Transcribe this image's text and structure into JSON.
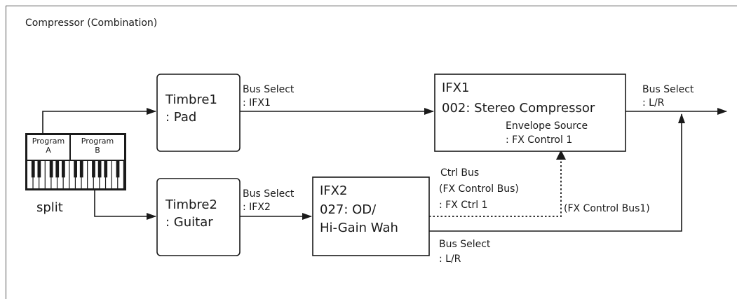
{
  "title": "Compressor (Combination)",
  "keyboard": {
    "program_a": [
      "Program",
      "A"
    ],
    "program_b": [
      "Program",
      "B"
    ],
    "split_label": "split"
  },
  "timbre1": {
    "line1": "Timbre1",
    "line2": ": Pad"
  },
  "timbre2": {
    "line1": "Timbre2",
    "line2": ": Guitar"
  },
  "bus_select_1": {
    "line1": "Bus Select",
    "line2": ": IFX1"
  },
  "bus_select_2": {
    "line1": "Bus Select",
    "line2": ": IFX2"
  },
  "ifx1": {
    "name": "IFX1",
    "effect": "002: Stereo Compressor",
    "env_line1": "Envelope Source",
    "env_line2": ": FX Control 1"
  },
  "ifx2": {
    "name": "IFX2",
    "effect_line1": "027: OD/",
    "effect_line2": "Hi-Gain Wah"
  },
  "bus_select_out": {
    "line1": "Bus Select",
    "line2": ": L/R"
  },
  "ctrl_bus": {
    "line1": "Ctrl Bus",
    "line2": "(FX Control Bus)",
    "line3": ": FX Ctrl 1"
  },
  "fx_control_bus1": "(FX Control Bus1)",
  "bus_select_ifx2_out": {
    "line1": "Bus Select",
    "line2": ": L/R"
  }
}
